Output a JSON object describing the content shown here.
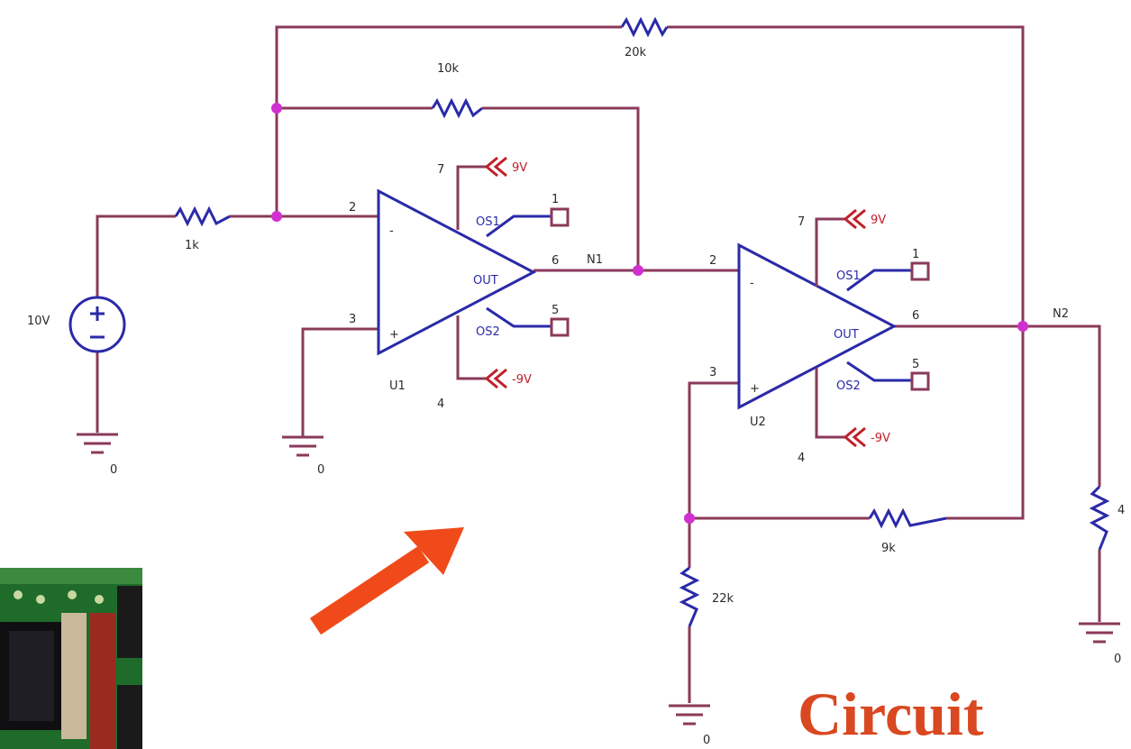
{
  "title": "Circuit",
  "colors": {
    "wire": "#8a3a5a",
    "component": "#2a2aa8",
    "supply": "#c0202a",
    "node": "#d030d0",
    "arrow": "#f04a1a",
    "title": "#d94820"
  },
  "source": {
    "label": "10V"
  },
  "resistors": {
    "r_input": "1k",
    "r_feedback_inner": "10k",
    "r_feedback_outer": "20k",
    "r_ground": "22k",
    "r_stage2": "9k",
    "r_load": "4"
  },
  "opamps": [
    {
      "name": "U1",
      "pins": {
        "inv": "2",
        "noninv": "3",
        "out": "6",
        "vpos": "7",
        "vneg": "4",
        "os1": "1",
        "os2": "5"
      },
      "labels": {
        "out": "OUT",
        "os1": "OS1",
        "os2": "OS2"
      },
      "supply": [
        "9V",
        "-9V"
      ],
      "net": "N1"
    },
    {
      "name": "U2",
      "pins": {
        "inv": "2",
        "noninv": "3",
        "out": "6",
        "vpos": "7",
        "vneg": "4",
        "os1": "1",
        "os2": "5"
      },
      "labels": {
        "out": "OUT",
        "os1": "OS1",
        "os2": "OS2"
      },
      "supply": [
        "9V",
        "-9V"
      ],
      "net": "N2"
    }
  ],
  "grounds": [
    "0",
    "0",
    "0",
    "0"
  ],
  "pin_marks": [
    "1",
    "5",
    "1",
    "5"
  ]
}
